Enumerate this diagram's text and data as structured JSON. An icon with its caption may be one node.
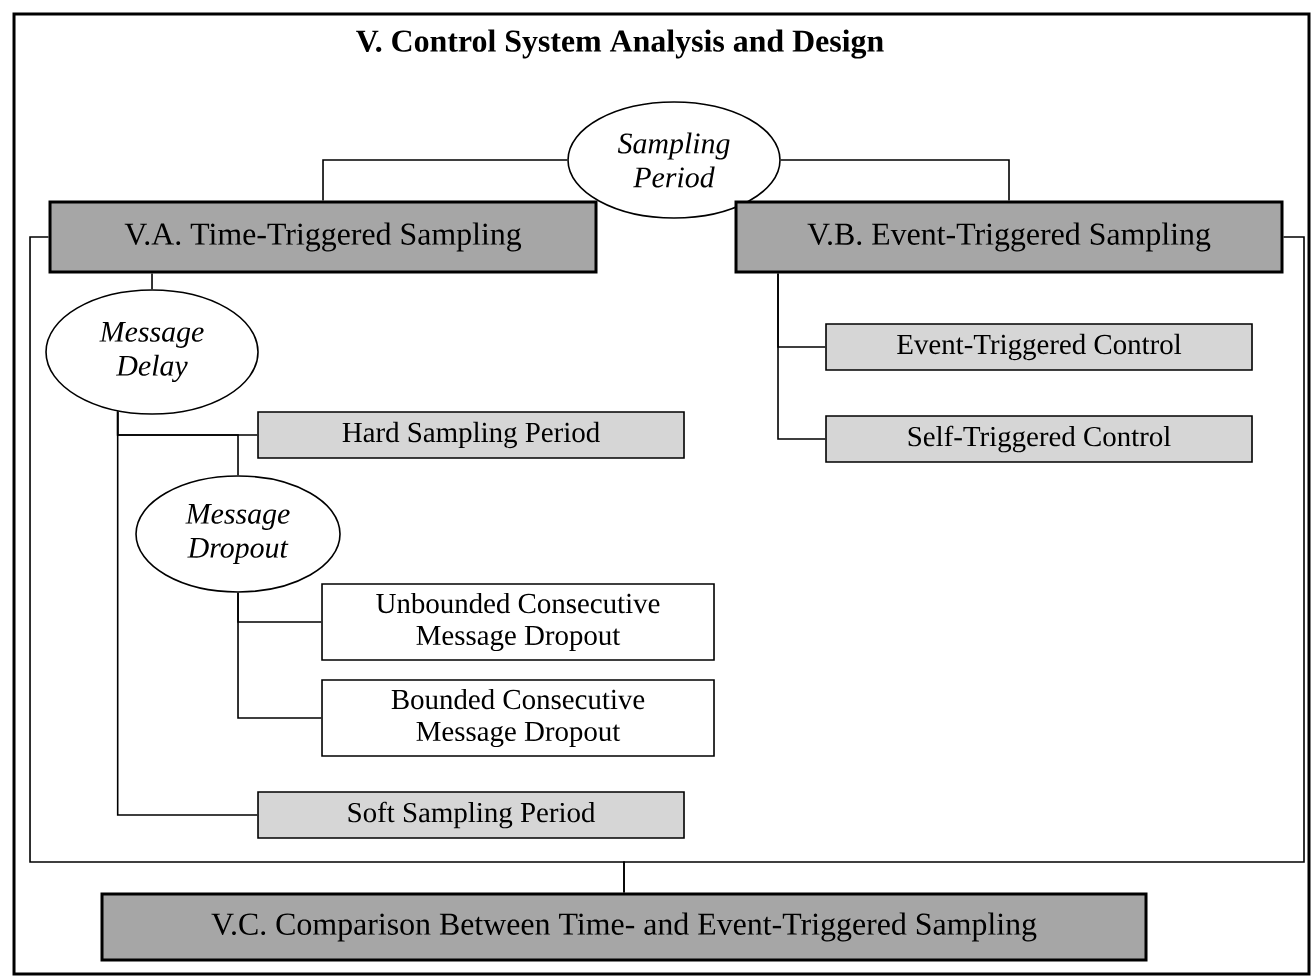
{
  "diagram": {
    "title": "V. Control System Analysis and Design",
    "nodes": [
      {
        "text": [
          "*Sampling* *Period*"
        ]
      },
      {
        "text": [
          "V.A. Time-Triggered Sampling"
        ]
      },
      {
        "text": [
          "V.B. Event-Triggered Sampling"
        ]
      },
      {
        "text": [
          "*Message* *Delay*"
        ]
      },
      {
        "text": [
          "Hard Sampling Period"
        ]
      },
      {
        "text": [
          "*Message* *Dropout*"
        ]
      },
      {
        "text": [
          "Unbounded Consecutive Message Dropout"
        ]
      },
      {
        "text": [
          "Bounded Consecutive Message Dropout"
        ]
      },
      {
        "text": [
          "Soft Sampling Period"
        ]
      },
      {
        "text": [
          "Event-Triggered Control"
        ]
      },
      {
        "text": [
          "Self-Triggered Control"
        ]
      },
      {
        "text": [
          "V.C. Comparison Between Time- and Event-Triggered Sampling"
        ]
      }
    ],
    "edges": [
      {
        "from": 0,
        "to": 1,
        "arrow": "none"
      },
      {
        "from": 0,
        "to": 2,
        "arrow": "none"
      },
      {
        "from": 1,
        "to": 3,
        "arrow": "none"
      },
      {
        "from": 3,
        "to": 4,
        "arrow": "none"
      },
      {
        "from": 3,
        "to": 8,
        "arrow": "none"
      },
      {
        "from": 3,
        "to": 5,
        "arrow": "none"
      },
      {
        "from": 5,
        "to": 6,
        "arrow": "none"
      },
      {
        "from": 5,
        "to": 7,
        "arrow": "none"
      },
      {
        "from": 2,
        "to": 9,
        "arrow": "none"
      },
      {
        "from": 2,
        "to": 10,
        "arrow": "none"
      },
      {
        "from": 1,
        "to": 11,
        "arrow": "none"
      },
      {
        "from": 2,
        "to": 11,
        "arrow": "none"
      }
    ]
  }
}
